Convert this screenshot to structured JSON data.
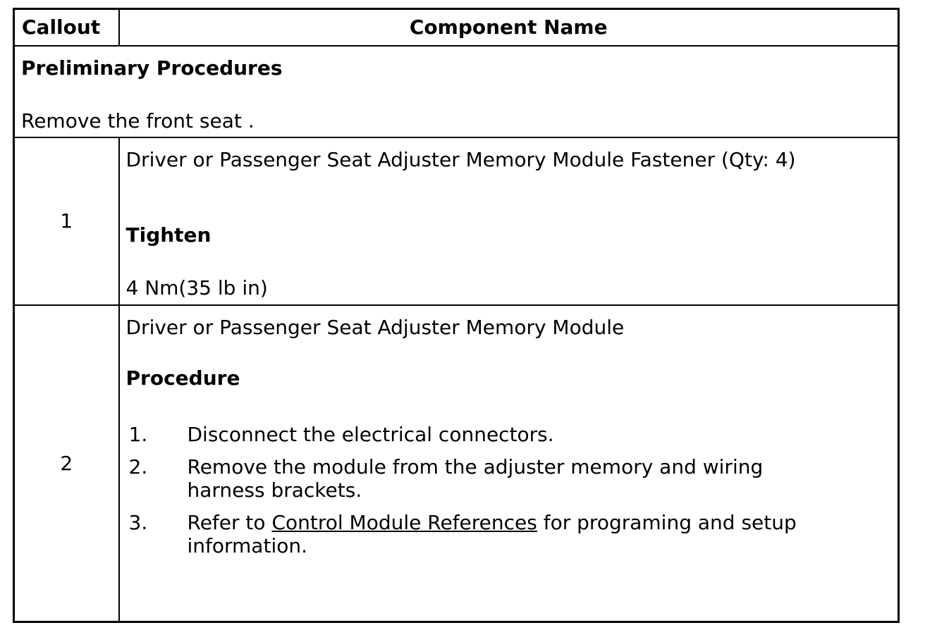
{
  "colors": {
    "border": "#000000",
    "text": "#000000",
    "background": "#ffffff"
  },
  "table": {
    "header": {
      "callout": "Callout",
      "component": "Component Name"
    },
    "preliminary": {
      "title": "Preliminary Procedures",
      "text": "Remove the front seat ."
    },
    "rows": [
      {
        "callout": "1",
        "component": "Driver or Passenger Seat Adjuster Memory Module Fastener (Qty: 4)",
        "tighten_label": "Tighten",
        "torque": "4 Nm(35 lb in)"
      },
      {
        "callout": "2",
        "component": "Driver or Passenger Seat Adjuster Memory Module",
        "procedure_label": "Procedure",
        "steps": [
          {
            "num": "1.",
            "text": "Disconnect the electrical connectors."
          },
          {
            "num": "2.",
            "text": "Remove the module from the adjuster memory and wiring harness brackets."
          },
          {
            "num": "3.",
            "pre": "Refer to ",
            "link": "Control Module References",
            "post": " for programing and setup information."
          }
        ]
      }
    ]
  }
}
